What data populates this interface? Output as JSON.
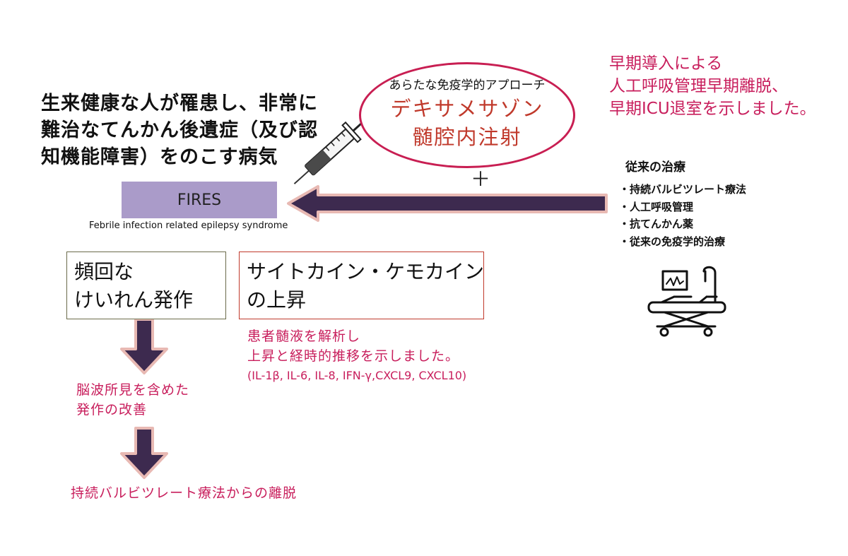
{
  "description": {
    "lines": [
      "生来健康な人が罹患し、非常に",
      "難治なてんかん後遺症（及び認",
      "知機能障害）をのこす病気"
    ]
  },
  "fires": {
    "label": "FIRES",
    "subtitle": "Febrile infection related epilepsy syndrome"
  },
  "approach": {
    "title": "あらたな免疫学的アプローチ",
    "lines": [
      "デキサメサゾン",
      "髄腔内注射"
    ]
  },
  "plus": "＋",
  "early_effect": {
    "lines": [
      "早期導入による",
      "人工呼吸管理早期離脱、",
      "早期ICU退室を示しました。"
    ]
  },
  "conventional": {
    "title": "従来の治療",
    "items": [
      "・持続バルビツレート療法",
      "・人工呼吸管理",
      "・抗てんかん薬",
      "・従来の免疫学的治療"
    ]
  },
  "seizure_box": {
    "lines": [
      "頻回な",
      "けいれん発作"
    ]
  },
  "cytokine_box": {
    "lines": [
      "サイトカイン・ケモカイン",
      "の上昇"
    ]
  },
  "cytokine_note": {
    "lines": [
      "患者髄液を解析し",
      "上昇と経時的推移を示しました。"
    ],
    "list": "(IL-1β, IL-6, IL-8, IFN-γ,CXCL9, CXCL10)"
  },
  "eeg_improvement": {
    "lines": [
      "脳波所見を含めた",
      "発作の改善"
    ]
  },
  "weaning": "持続バルビツレート療法からの離脱",
  "colors": {
    "accent_pink": "#c81e5c",
    "accent_red": "#c0392b",
    "fires_box": "#aa9bc9",
    "arrow_fill": "#3d2a4f",
    "arrow_outline": "#e8b9b3"
  },
  "icons": [
    "syringe-icon",
    "hospital-bed-icon",
    "left-arrow",
    "down-arrow"
  ]
}
